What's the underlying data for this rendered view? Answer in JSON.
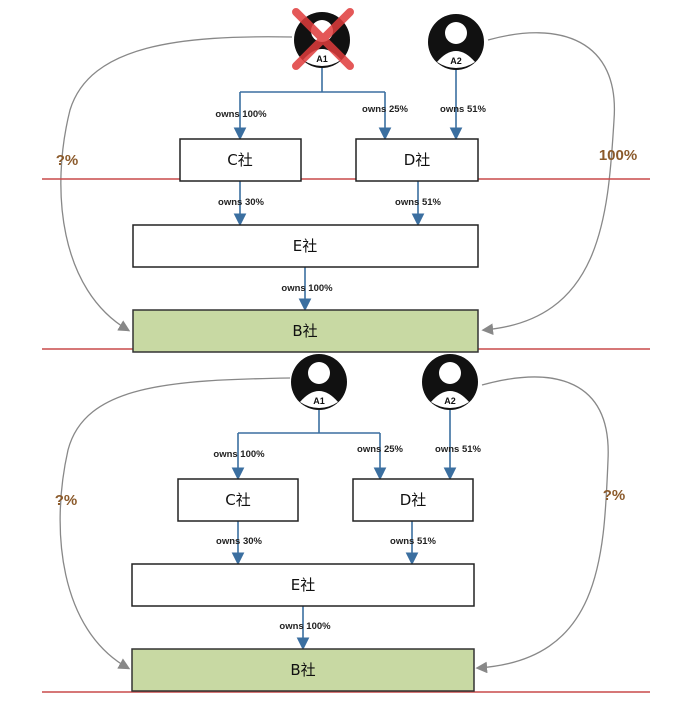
{
  "colors": {
    "arrow_blue": "#3b6fa0",
    "divider_red": "#c84a4a",
    "highlight_box": "#c8d9a3",
    "pct_brown": "#8b5a2b",
    "curve_gray": "#888888",
    "cross_red": "#e03c3c"
  },
  "top": {
    "a1": {
      "label": "A1",
      "crossed_out": true
    },
    "a2": {
      "label": "A2"
    },
    "c": "C社",
    "d": "D社",
    "e": "E社",
    "b": "B社",
    "own_a1_c": "owns 100%",
    "own_a1_d": "owns 25%",
    "own_a2_d": "owns 51%",
    "own_c_e": "owns 30%",
    "own_d_e": "owns 51%",
    "own_e_b": "owns 100%",
    "left_pct": "?%",
    "right_pct": "100%"
  },
  "bottom": {
    "a1": {
      "label": "A1"
    },
    "a2": {
      "label": "A2"
    },
    "c": "C社",
    "d": "D社",
    "e": "E社",
    "b": "B社",
    "own_a1_c": "owns 100%",
    "own_a1_d": "owns 25%",
    "own_a2_d": "owns 51%",
    "own_c_e": "owns 30%",
    "own_d_e": "owns 51%",
    "own_e_b": "owns 100%",
    "left_pct": "?%",
    "right_pct": "?%"
  }
}
